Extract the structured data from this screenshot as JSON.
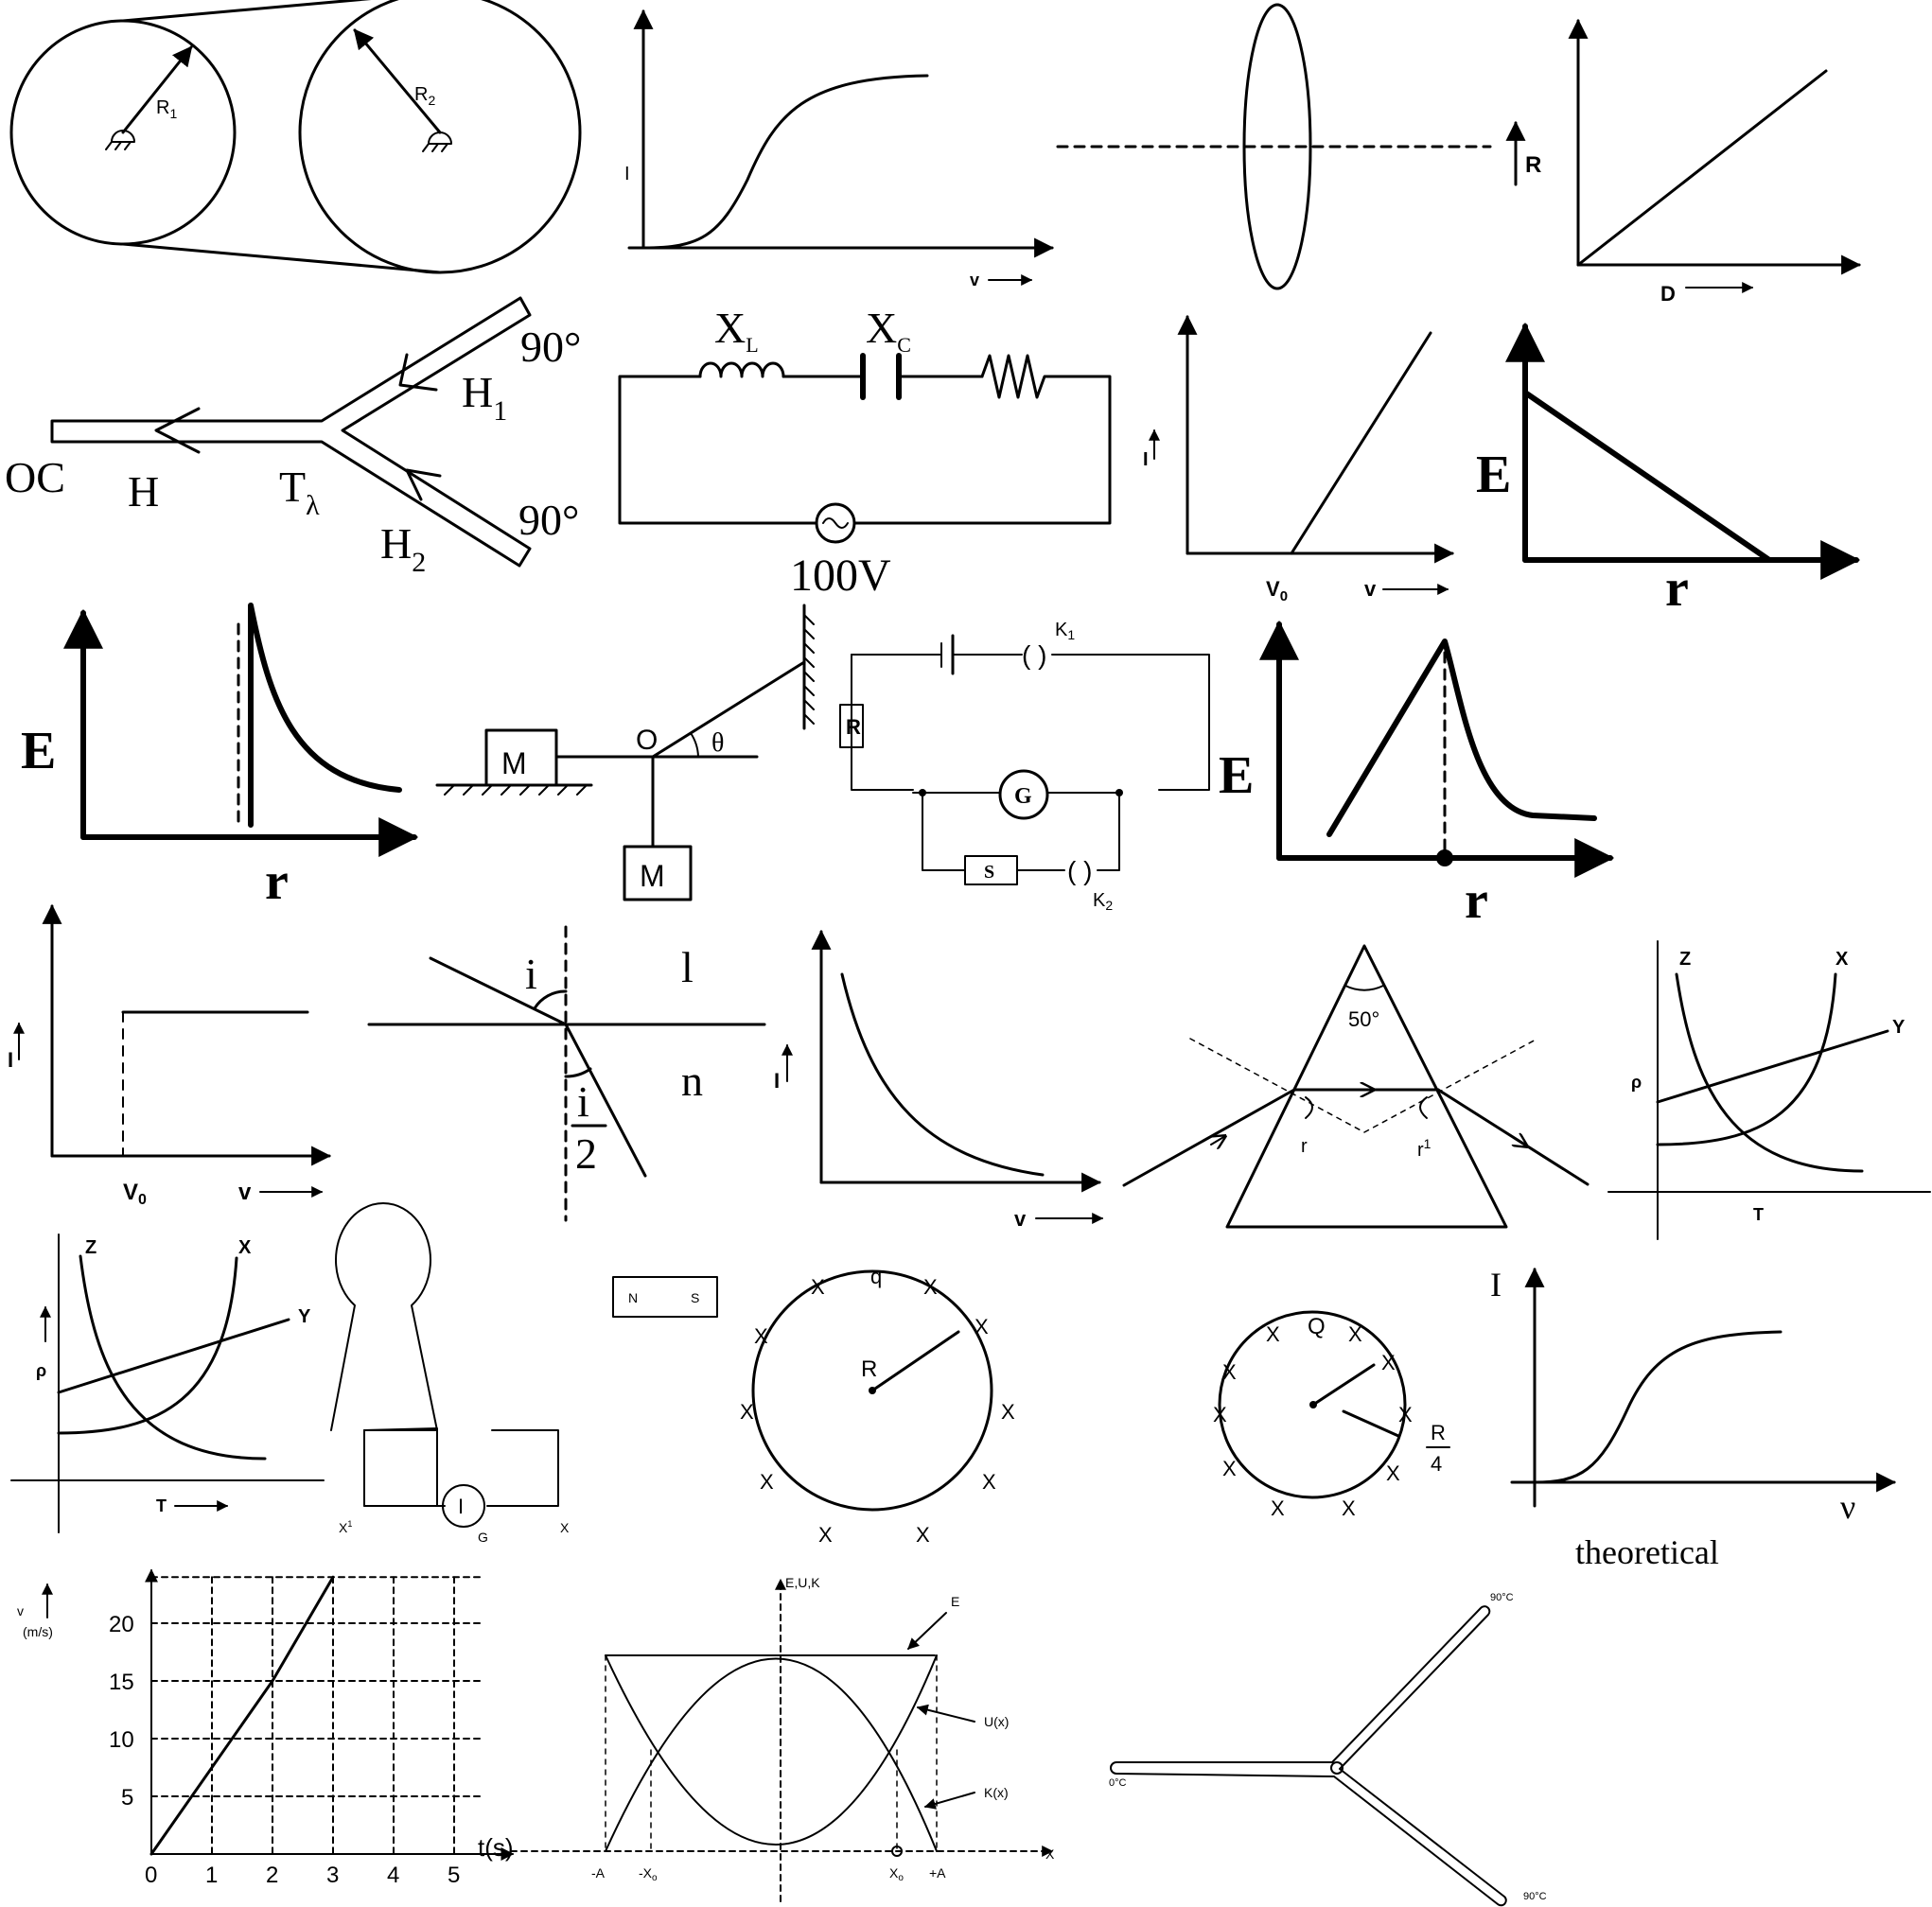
{
  "pulleys": {
    "r1": "R",
    "r1_sub": "1",
    "r2": "R",
    "r2_sub": "2"
  },
  "graph_i_v_sigmoid": {
    "ylabel": "I",
    "xlabel": "v"
  },
  "ring": {
    "label": "R"
  },
  "graph_r_d": {
    "xlabel": "D"
  },
  "pipe_junction": {
    "angle1": "90°",
    "angle2": "90°",
    "oc": "OC",
    "h": "H",
    "t": "T",
    "t_sub": "λ",
    "h1": "H",
    "h1_sub": "1",
    "h2": "H",
    "h2_sub": "2"
  },
  "rlc_circuit": {
    "xl": "X",
    "xl_sub": "L",
    "xc": "X",
    "xc_sub": "C",
    "source": "100V"
  },
  "graph_i_v_linear": {
    "ylabel": "I",
    "x0": "V",
    "x0_sub": "0",
    "xlabel": "v"
  },
  "graph_e_r_linear": {
    "ylabel": "E",
    "xlabel": "r"
  },
  "graph_e_r_spike": {
    "ylabel": "E",
    "xlabel": "r"
  },
  "pulley_masses": {
    "m1": "M",
    "m2": "M",
    "o": "O",
    "theta": "θ"
  },
  "galvanometer_circuit": {
    "k1": "K",
    "k1_sub": "1",
    "r": "R",
    "g": "G",
    "s": "S",
    "k2": "K",
    "k2_sub": "2"
  },
  "graph_e_r_peak": {
    "ylabel": "E",
    "xlabel": "r"
  },
  "graph_i_v_step": {
    "ylabel": "I",
    "x0": "V",
    "x0_sub": "0",
    "xlabel": "v"
  },
  "refraction": {
    "i": "i",
    "l": "l",
    "n": "n",
    "frac_num": "i",
    "frac_den": "2"
  },
  "graph_i_v_decay": {
    "ylabel": "I",
    "xlabel": "v"
  },
  "prism": {
    "angle": "50°",
    "r": "r",
    "r1": "r",
    "r1_sup": "1"
  },
  "graph_rho_t_1": {
    "z": "Z",
    "x": "X",
    "y": "Y",
    "rho": "ρ",
    "t": "T"
  },
  "graph_rho_t_2": {
    "z": "Z",
    "x": "X",
    "y": "Y",
    "rho": "ρ",
    "t": "T"
  },
  "coil": {
    "g_symbol": "I",
    "g_label": "G",
    "x1": "X",
    "x1_sup": "1",
    "x": "X"
  },
  "magnet": {
    "n": "N",
    "s": "S"
  },
  "circle_q": {
    "q": "q",
    "r": "R",
    "x_mark": "X"
  },
  "circle_bigq": {
    "q": "Q",
    "r_num": "R",
    "r_den": "4",
    "x_mark": "X"
  },
  "graph_theoretical": {
    "ylabel": "I",
    "xlabel": "ν",
    "caption": "theoretical"
  },
  "chart_data": {
    "type": "line",
    "ylabel": "v",
    "yunit": "(m/s)",
    "xlabel": "t(s)",
    "x_ticks": [
      "0",
      "1",
      "2",
      "3",
      "4",
      "5"
    ],
    "y_ticks": [
      "5",
      "10",
      "15",
      "20"
    ],
    "series": [
      {
        "x": [
          0,
          2,
          3
        ],
        "y": [
          0,
          15,
          24
        ]
      }
    ],
    "xlim": [
      0,
      5.5
    ],
    "ylim": [
      0,
      24
    ],
    "grid": true
  },
  "energy_graph": {
    "axis_y": "E,U,K",
    "e": "E",
    "u": "U(x)",
    "k": "K(x)",
    "neg_a": "-A",
    "neg_x0": "-X",
    "neg_x0_sub": "o",
    "x0": "X",
    "x0_sub": "o",
    "pos_a": "+A",
    "x": "X"
  },
  "t_junction": {
    "t1": "90°C",
    "t0": "0°C",
    "t2": "90°C"
  }
}
